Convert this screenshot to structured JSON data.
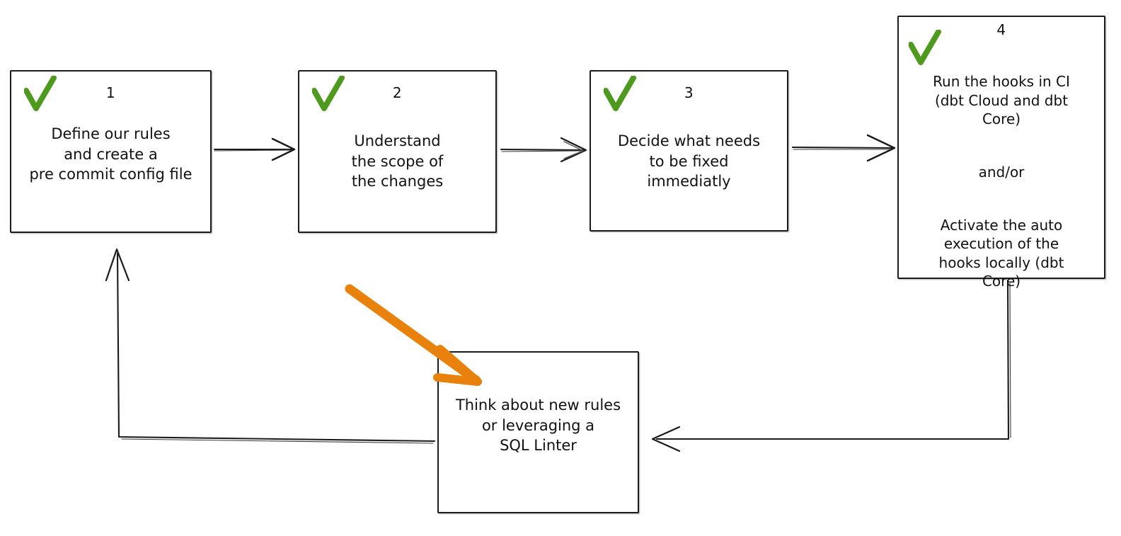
{
  "diagram": {
    "title": "Pre-commit adoption workflow",
    "style": "hand-drawn whiteboard flowchart",
    "colors": {
      "stroke": "#1b1b1b",
      "check_green": "#4e9a1f",
      "highlight_orange": "#e8820c",
      "background": "#ffffff"
    },
    "nodes": [
      {
        "id": "node1",
        "number": "1",
        "status_icon": "green-check-icon",
        "checked": true,
        "text": "Define our rules\nand create a\npre commit config file"
      },
      {
        "id": "node2",
        "number": "2",
        "status_icon": "green-check-icon",
        "checked": true,
        "text": "Understand\nthe scope of\nthe changes"
      },
      {
        "id": "node3",
        "number": "3",
        "status_icon": "green-check-icon",
        "checked": true,
        "text": "Decide what needs\nto be fixed\nimmediatly"
      },
      {
        "id": "node4",
        "number": "4",
        "status_icon": "green-check-icon",
        "checked": true,
        "paragraphs": [
          "Run the hooks in CI\n(dbt Cloud and dbt\nCore)",
          "and/or",
          "Activate the auto\nexecution of the\nhooks locally (dbt\nCore)"
        ]
      },
      {
        "id": "node5",
        "number": "",
        "status_icon": "none",
        "checked": false,
        "text": "Think about new rules\nor leveraging a\nSQL Linter"
      }
    ],
    "connectors": [
      {
        "name": "arrow-node1-to-node2",
        "from": "node1",
        "to": "node2",
        "direction": "right"
      },
      {
        "name": "arrow-node2-to-node3",
        "from": "node2",
        "to": "node3",
        "direction": "right"
      },
      {
        "name": "arrow-node3-to-node4",
        "from": "node3",
        "to": "node4",
        "direction": "right"
      },
      {
        "name": "arrow-node4-to-node5",
        "from": "node4",
        "to": "node5",
        "direction": "left"
      },
      {
        "name": "arrow-node5-to-node1",
        "from": "node5",
        "to": "node1",
        "direction": "up"
      }
    ],
    "annotations": [
      {
        "name": "orange-highlight-arrow",
        "kind": "freehand-arrow",
        "color": "#e8820c",
        "points_to": "node5"
      }
    ]
  }
}
